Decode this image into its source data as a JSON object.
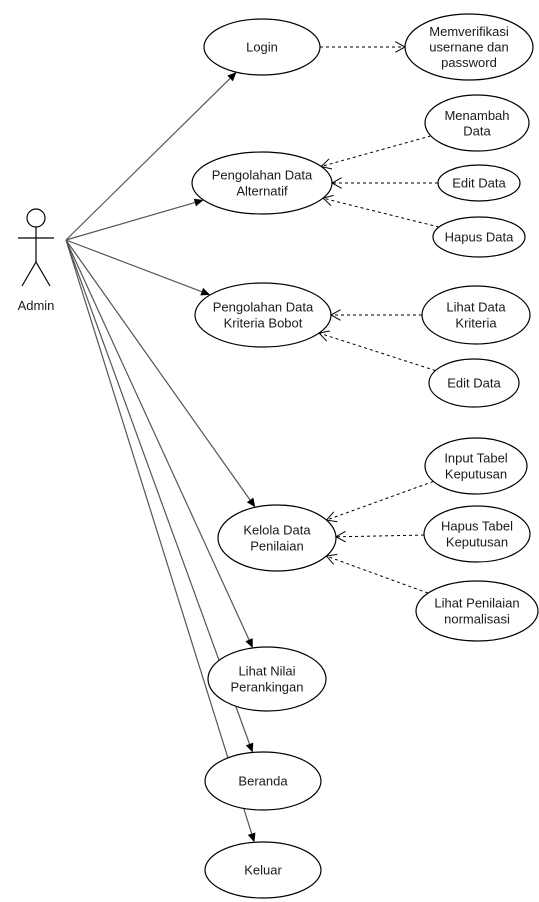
{
  "actor": {
    "label": "Admin"
  },
  "use_cases": [
    {
      "id": "login",
      "label": [
        "Login"
      ]
    },
    {
      "id": "pengolahan-data-alternatif",
      "label": [
        "Pengolahan Data",
        "Alternatif"
      ]
    },
    {
      "id": "pengolahan-data-kriteria-bobot",
      "label": [
        "Pengolahan Data",
        "Kriteria Bobot"
      ]
    },
    {
      "id": "kelola-data-penilaian",
      "label": [
        "Kelola Data",
        "Penilaian"
      ]
    },
    {
      "id": "lihat-nilai-perankingan",
      "label": [
        "Lihat Nilai",
        "Perankingan"
      ]
    },
    {
      "id": "beranda",
      "label": [
        "Beranda"
      ]
    },
    {
      "id": "keluar",
      "label": [
        "Keluar"
      ]
    }
  ],
  "sub_use_cases": [
    {
      "id": "memverifikasi",
      "label": [
        "Memverifikasi",
        "usernane dan",
        "password"
      ],
      "parent": "login"
    },
    {
      "id": "menambah-data",
      "label": [
        "Menambah",
        "Data"
      ],
      "parent": "pengolahan-data-alternatif"
    },
    {
      "id": "edit-data-alternatif",
      "label": [
        "Edit Data"
      ],
      "parent": "pengolahan-data-alternatif"
    },
    {
      "id": "hapus-data",
      "label": [
        "Hapus Data"
      ],
      "parent": "pengolahan-data-alternatif"
    },
    {
      "id": "lihat-data-kriteria",
      "label": [
        "Lihat Data",
        "Kriteria"
      ],
      "parent": "pengolahan-data-kriteria-bobot"
    },
    {
      "id": "edit-data-kriteria",
      "label": [
        "Edit Data"
      ],
      "parent": "pengolahan-data-kriteria-bobot"
    },
    {
      "id": "input-tabel-keputusan",
      "label": [
        "Input Tabel",
        "Keputusan"
      ],
      "parent": "kelola-data-penilaian"
    },
    {
      "id": "hapus-tabel-keputusan",
      "label": [
        "Hapus Tabel",
        "Keputusan"
      ],
      "parent": "kelola-data-penilaian"
    },
    {
      "id": "lihat-penilaian-normalisasi",
      "label": [
        "Lihat Penilaian",
        "normalisasi"
      ],
      "parent": "kelola-data-penilaian"
    }
  ]
}
